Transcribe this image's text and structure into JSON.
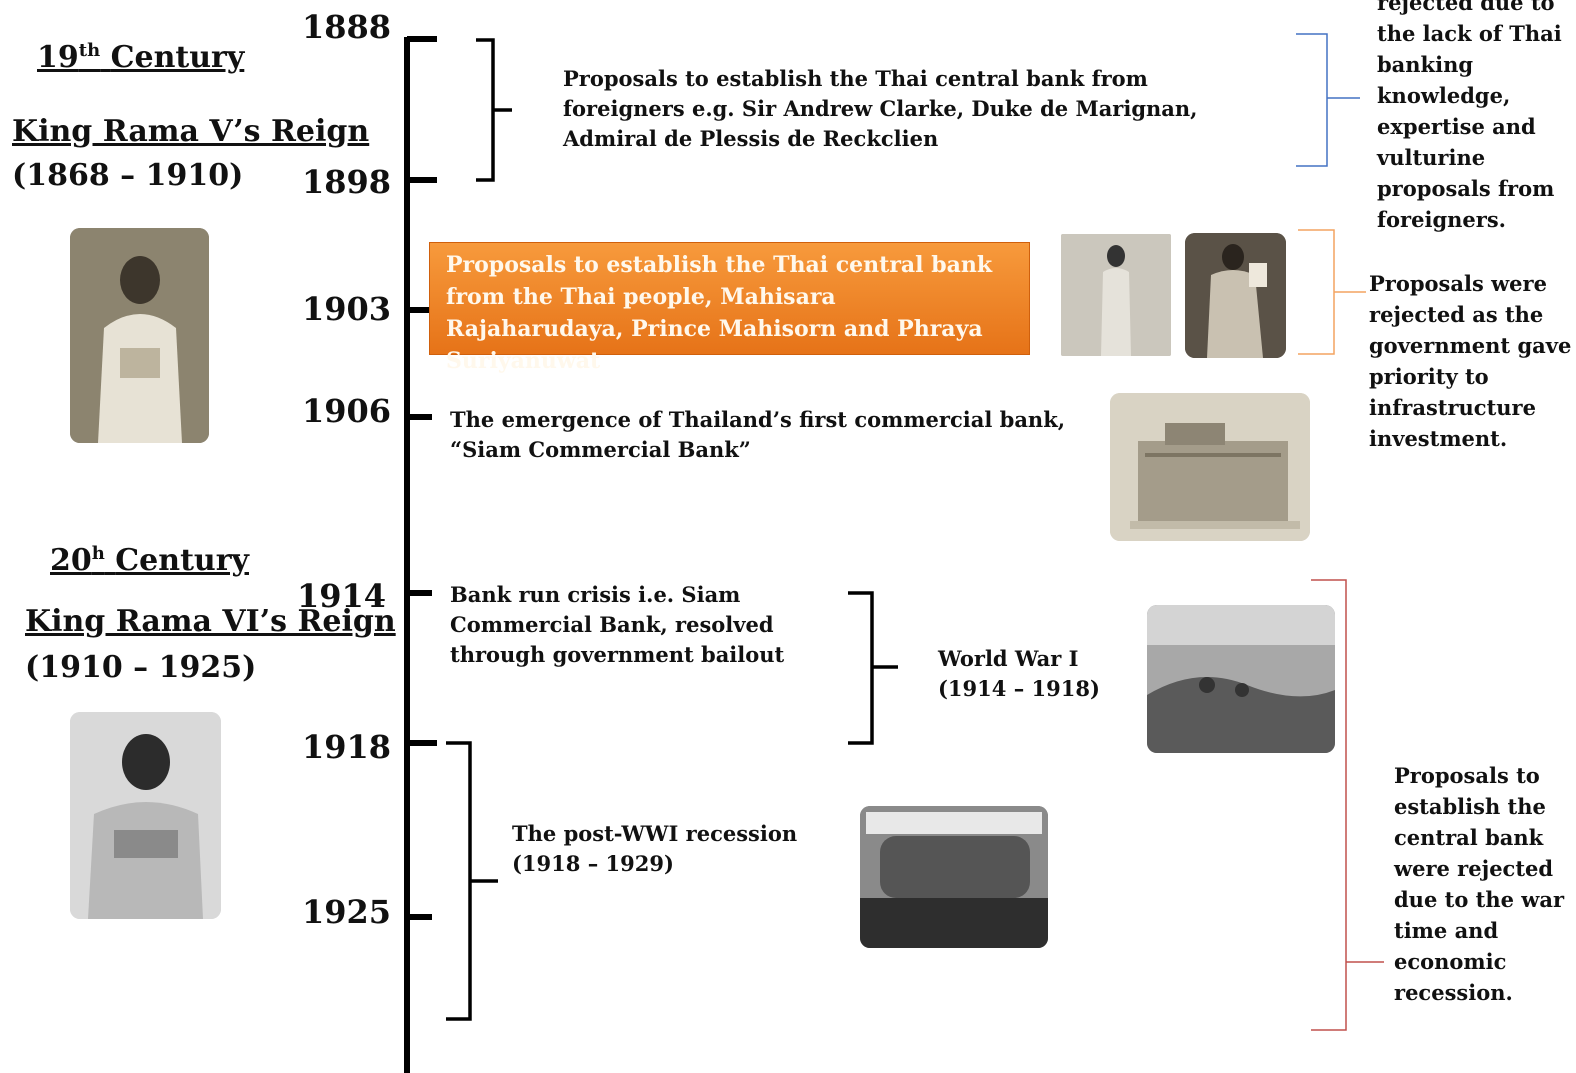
{
  "eras": [
    {
      "century_num": "19",
      "century_sup": "th",
      "century_word": "Century",
      "reign": "King Rama V’s Reign",
      "span": "(1868 – 1910)",
      "portrait": "king-rama-v-portrait"
    },
    {
      "century_num": "20",
      "century_sup": "h",
      "century_word": "Century",
      "reign": "King Rama VI’s Reign",
      "span": "(1910 – 1925)",
      "portrait": "king-rama-vi-portrait"
    }
  ],
  "years": [
    "1888",
    "1898",
    "1903",
    "1906",
    "1914",
    "1918",
    "1925"
  ],
  "events": {
    "foreign_proposals": "Proposals to establish the Thai central bank from foreigners e.g. Sir Andrew Clarke, Duke de Marignan, Admiral de Plessis de Reckclien",
    "thai_proposals": "Proposals to establish the Thai central bank from the Thai people, Mahisara Rajaharudaya, Prince Mahisorn and Phraya Suriyanuwat",
    "first_bank": "The emergence of Thailand’s first commercial bank, “Siam Commercial Bank”",
    "bank_run": "Bank run crisis i.e. Siam Commercial Bank, resolved through government bailout",
    "wwi": "World War I (1914 – 1918)",
    "recession": "The post-WWI recession (1918 – 1929)"
  },
  "notes": {
    "blue": "rejected due to the lack of Thai banking knowledge, expertise and vulturine proposals from foreigners.",
    "orange": "Proposals were rejected as the government gave priority to infrastructure investment.",
    "red": "Proposals to establish the central bank were rejected due to the war time and economic recession."
  },
  "photos": [
    "thai-official-portrait-photo",
    "thai-noble-portrait-photo",
    "siam-commercial-bank-building-photo",
    "world-war-one-photo",
    "recession-breadline-photo"
  ],
  "colors": {
    "highlight": "#f0841f",
    "blue_bracket": "#4472c4",
    "orange_bracket": "#f4a460",
    "red_bracket": "#c0504d"
  }
}
